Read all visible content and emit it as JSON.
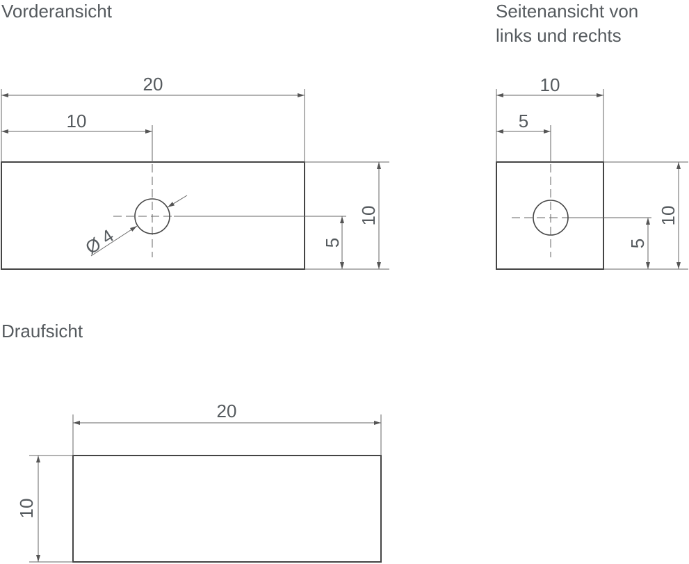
{
  "views": {
    "front": {
      "title": "Vorderansicht",
      "dims": {
        "width_total": "20",
        "width_half": "10",
        "height_total": "10",
        "height_half": "5",
        "diameter": "Ø 4"
      }
    },
    "side": {
      "title_line1": "Seitenansicht von",
      "title_line2": "links und rechts",
      "dims": {
        "width_total": "10",
        "width_half": "5",
        "height_total": "10",
        "height_half": "5"
      }
    },
    "top": {
      "title": "Draufsicht",
      "dims": {
        "width_total": "20",
        "height_total": "10"
      }
    }
  }
}
